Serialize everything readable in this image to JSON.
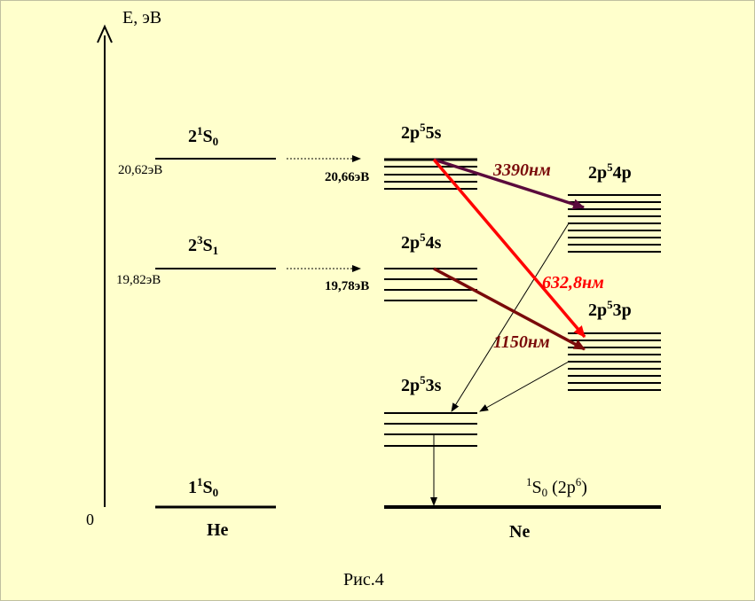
{
  "axis": {
    "label": "E, эВ",
    "zero": "0"
  },
  "he": {
    "column_label": "He",
    "ground": {
      "term": "1",
      "letter": "S",
      "sub": "0"
    },
    "singlet": {
      "term": "2",
      "letter": "S",
      "sub": "0",
      "energy": "20,62эВ"
    },
    "triplet": {
      "term": "2",
      "letter": "S",
      "sub": "1",
      "energy": "19,82эВ"
    }
  },
  "ne": {
    "column_label": "Ne",
    "level_5s": {
      "base": "2p",
      "sup": "5",
      "tail": "5s",
      "energy": "20,66эВ"
    },
    "level_4s": {
      "base": "2p",
      "sup": "5",
      "tail": "4s",
      "energy": "19,78эВ"
    },
    "level_4p": {
      "base": "2p",
      "sup": "5",
      "tail": "4p"
    },
    "level_3p": {
      "base": "2p",
      "sup": "5",
      "tail": "3p"
    },
    "level_3s": {
      "base": "2p",
      "sup": "5",
      "tail": "3s"
    },
    "ground": {
      "sup": "1",
      "letter": "S",
      "sub": "0",
      "config_open": " (2p",
      "config_sup": "6",
      "config_close": ")"
    }
  },
  "transitions": {
    "t3390": {
      "label": "3390нм",
      "color": "#5a0a3c"
    },
    "t6328": {
      "label": "632,8нм",
      "color": "#ff0000"
    },
    "t1150": {
      "label": "1150нм",
      "color": "#7a0a0a"
    }
  },
  "caption": "Рис.4"
}
